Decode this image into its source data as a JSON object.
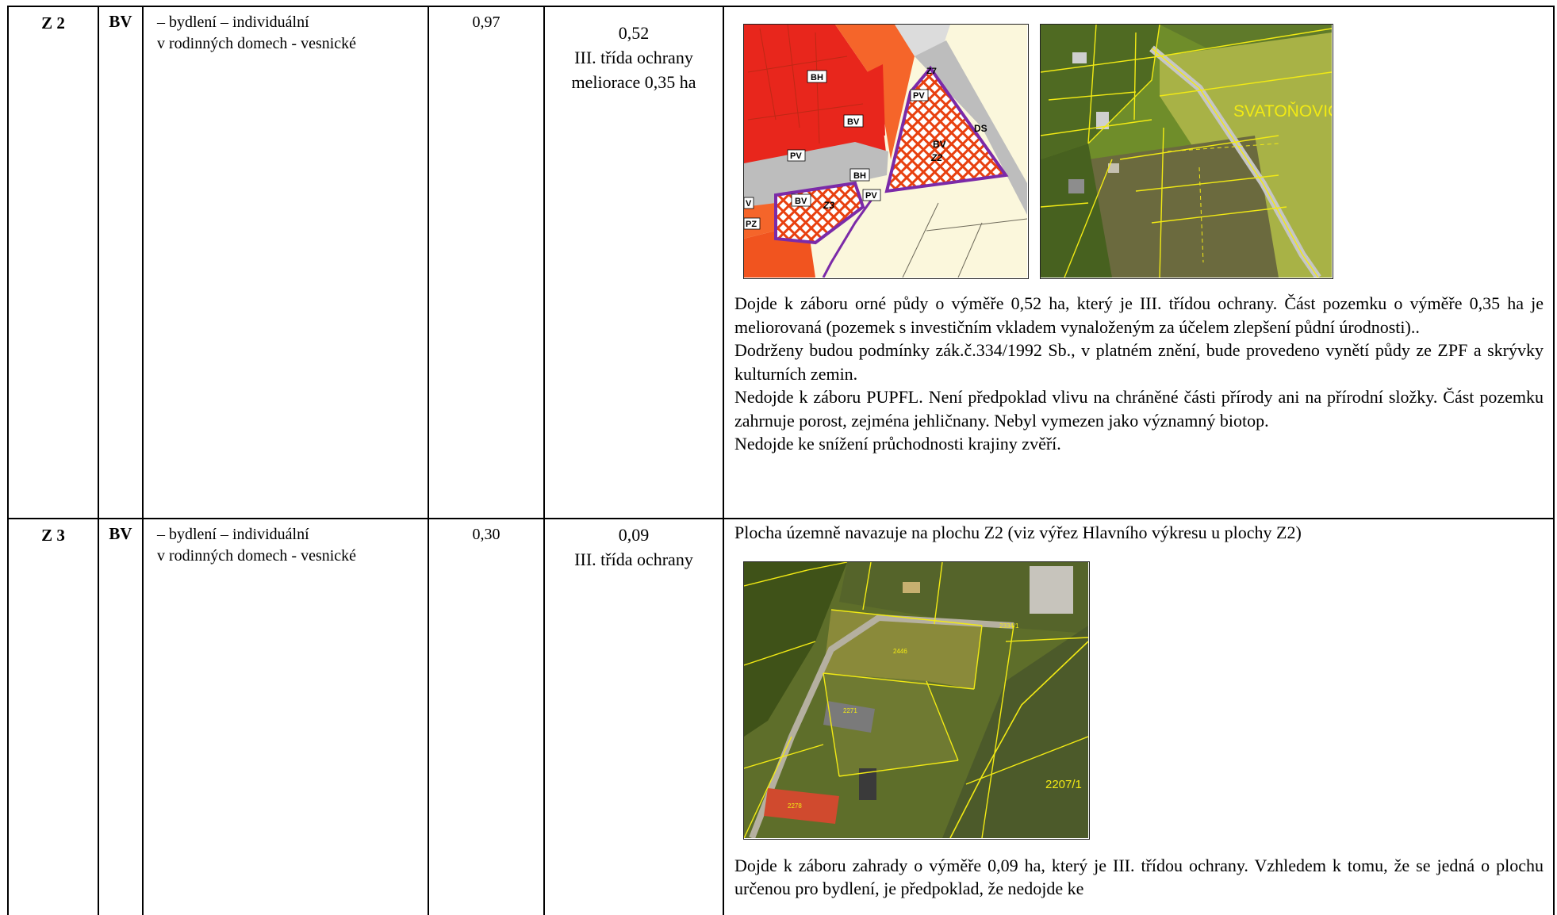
{
  "rows": [
    {
      "code": "Z 2",
      "type": "BV",
      "desc_line1": "– bydlení – individuální",
      "desc_line2": "v rodinných domech - vesnické",
      "area": "0,97",
      "zpf_area": "0,52",
      "zpf_class": "III. třída ochrany",
      "zpf_extra": "meliorace 0,35 ha",
      "plan_map": {
        "labels": {
          "bh1": "BH",
          "bv1": "BV",
          "z7": "Z7",
          "pv1": "PV",
          "pv2": "PV",
          "ds": "DS",
          "bv2": "BV",
          "z2": "Z2",
          "bh2": "BH",
          "pv3": "PV",
          "bv3": "BV",
          "z3": "Z3",
          "pz": "PZ",
          "v": "V"
        }
      },
      "ortho_map": {
        "label": "SVATOŇOVIC"
      },
      "paragraphs": [
        "Dojde k záboru orné půdy o výměře 0,52 ha, který je III. třídou ochrany. Část pozemku o výměře 0,35 ha je meliorovaná (pozemek s investičním vkladem vynaloženým za účelem zlepšení půdní úrodnosti)..",
        "Dodrženy budou podmínky zák.č.334/1992 Sb., v platném znění, bude provedeno vynětí půdy ze ZPF a skrývky kulturních zemin.",
        "Nedojde k záboru PUPFL. Není předpoklad vlivu na chráněné části přírody ani na přírodní složky. Část pozemku zahrnuje porost, zejména  jehličnany. Nebyl vymezen jako významný biotop.",
        "Nedojde ke snížení průchodnosti krajiny zvěří."
      ]
    },
    {
      "code": "Z 3",
      "type": "BV",
      "desc_line1": "– bydlení – individuální",
      "desc_line2": "v rodinných domech - vesnické",
      "area": "0,30",
      "zpf_area": "0,09",
      "zpf_class": "III. třída ochrany",
      "intro": "Plocha územně navazuje na plochu Z2 (viz výřez Hlavního výkresu u plochy Z2)",
      "ortho_map": {
        "labels": {
          "a": "2207/1",
          "b": "2334/1",
          "c": "2446",
          "d": "2271",
          "e": "2278"
        }
      },
      "paragraph": "Dojde k záboru zahrady o výměře 0,09 ha, který je III. třídou ochrany. Vzhledem k tomu, že se jedná o plochu určenou pro bydlení, je předpoklad, že nedojde ke"
    }
  ],
  "colors": {
    "bh": "#e8261c",
    "bv": "#f5652a",
    "hatch": "#e8400f",
    "outline": "#7b2aa8",
    "background": "#fbf7dc",
    "road": "#bdbdbd",
    "parcel": "#f2ea14",
    "field": "#6f8d2a",
    "meadow": "#9aa73a"
  }
}
